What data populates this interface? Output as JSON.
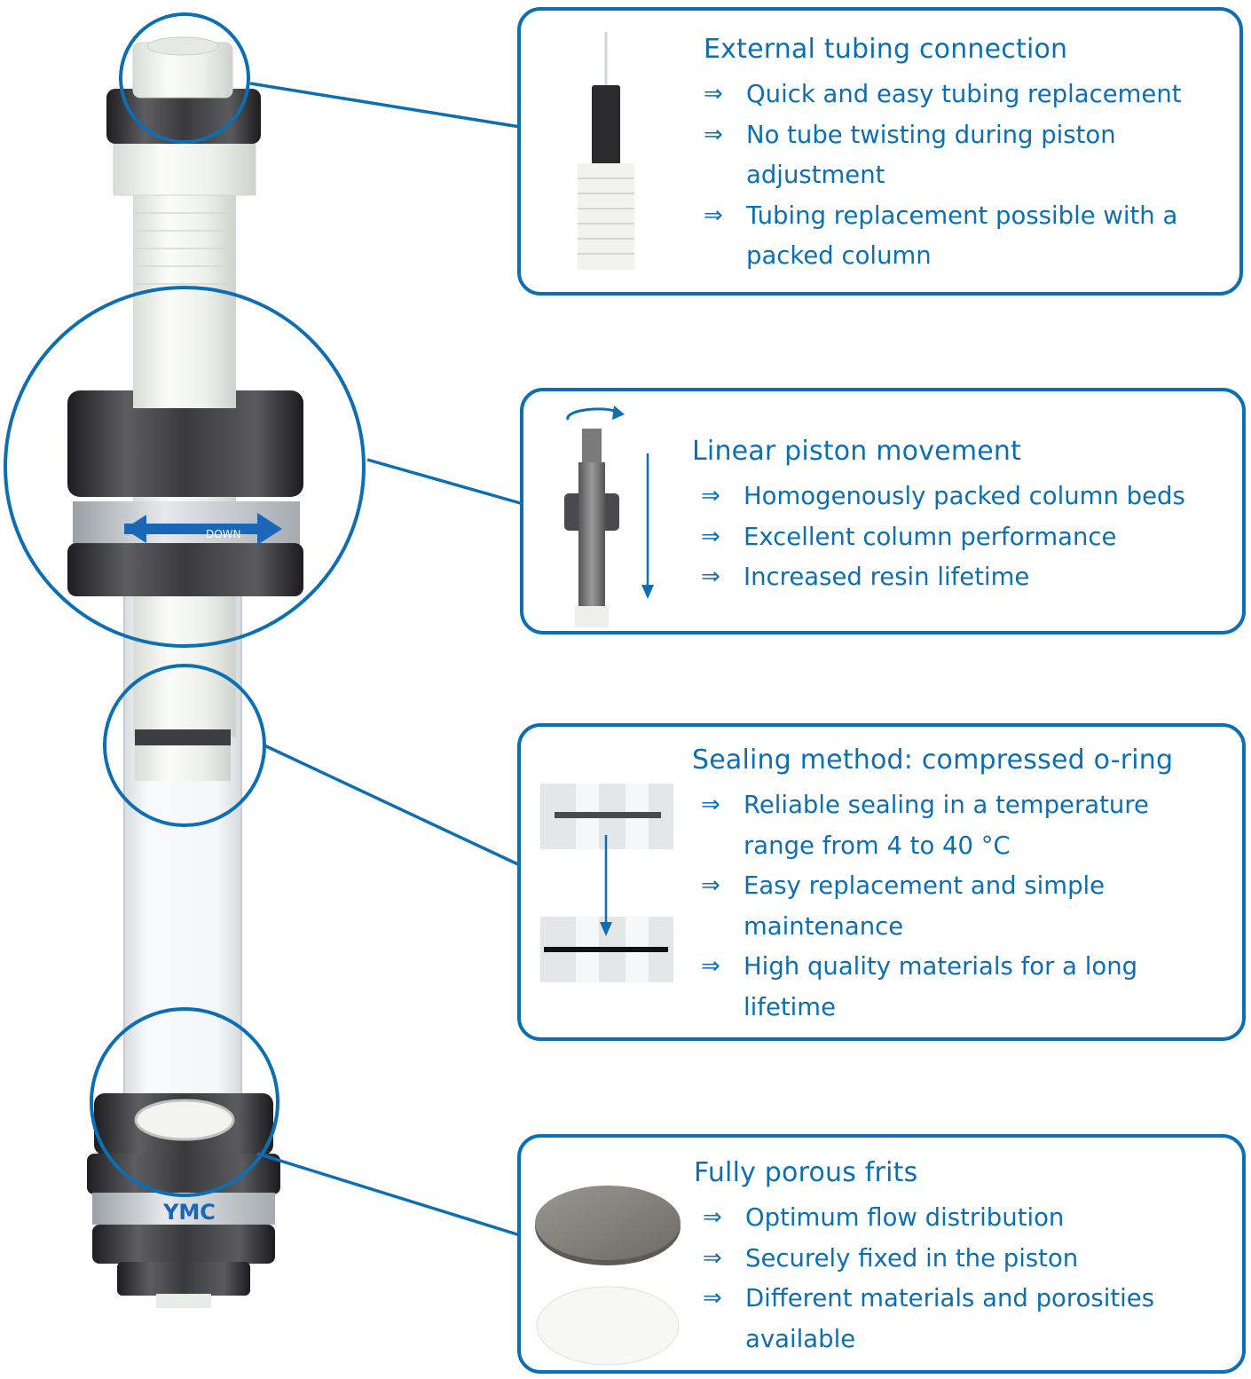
{
  "colors": {
    "accent": "#0d6fb3",
    "metal": "#3f3f43",
    "ptfe": "#f3f4f1"
  },
  "bullet_glyph": "⇒",
  "brand": {
    "logo": "YMC",
    "label_down": "DOWN"
  },
  "features": [
    {
      "title": "External tubing connection",
      "bullets": [
        "Quick and easy tubing replacement",
        "No tube twisting during piston adjustment",
        "Tubing replacement possible with a packed column"
      ]
    },
    {
      "title": "Linear piston movement",
      "bullets": [
        "Homogenously packed column beds",
        "Excellent column performance",
        "Increased resin lifetime"
      ]
    },
    {
      "title": "Sealing method: compressed o-ring",
      "bullets": [
        "Reliable sealing in a temperature range from 4 to 40 °C",
        "Easy replacement and simple maintenance",
        "High quality materials for a long lifetime"
      ]
    },
    {
      "title": "Fully porous frits",
      "bullets": [
        "Optimum flow distribution",
        "Securely fixed in the piston",
        "Different materials and porosities available"
      ]
    }
  ]
}
